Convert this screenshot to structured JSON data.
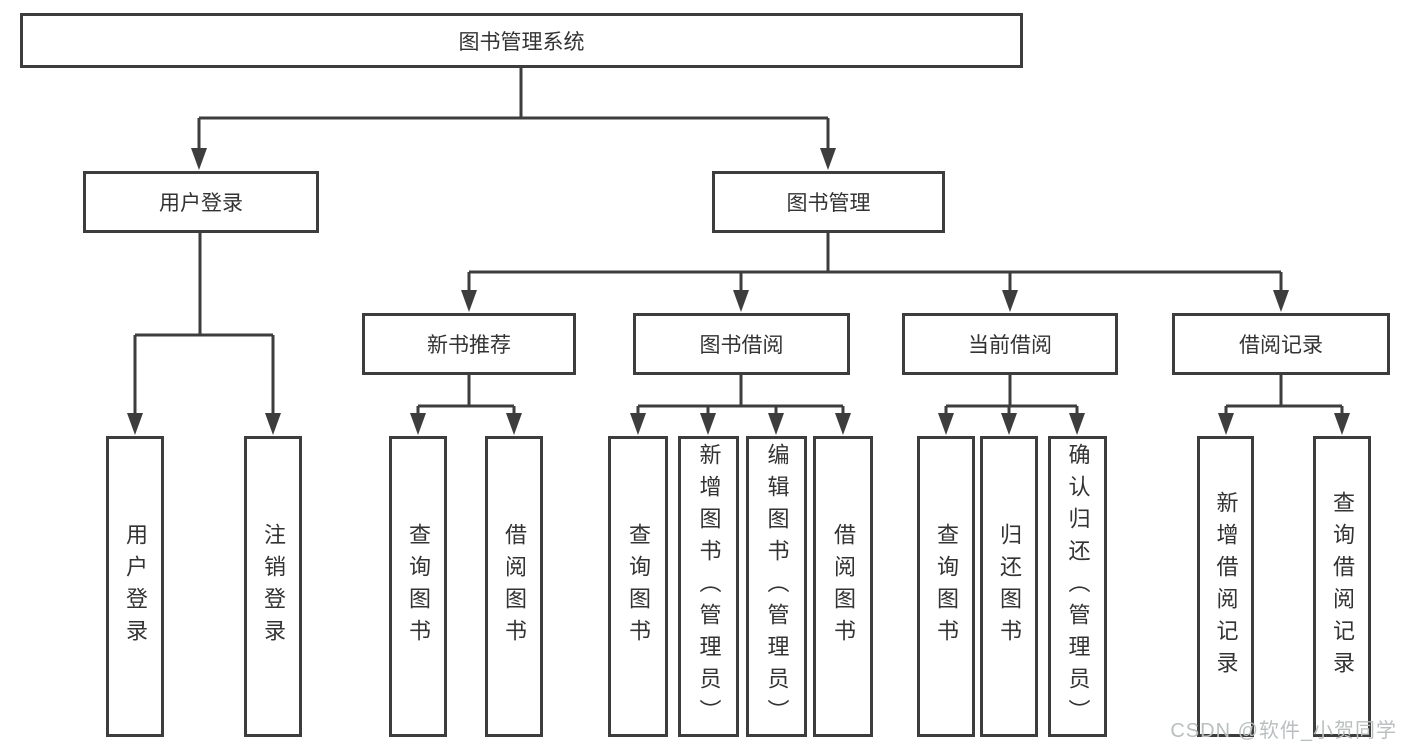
{
  "tree": {
    "root": "图书管理系统",
    "children": [
      {
        "label": "用户登录",
        "children": [
          "用户登录",
          "注销登录"
        ]
      },
      {
        "label": "图书管理",
        "children": [
          {
            "label": "新书推荐",
            "children": [
              "查询图书",
              "借阅图书"
            ]
          },
          {
            "label": "图书借阅",
            "children": [
              "查询图书",
              "新增图书（管理员）",
              "编辑图书（管理员）",
              "借阅图书"
            ]
          },
          {
            "label": "当前借阅",
            "children": [
              "查询图书",
              "归还图书",
              "确认归还（管理员）"
            ]
          },
          {
            "label": "借阅记录",
            "children": [
              "新增借阅记录",
              "查询借阅记录"
            ]
          }
        ]
      }
    ]
  },
  "watermark": {
    "text": "CSDN @软件_小贺同学"
  },
  "colors": {
    "line": "#3d3d3d",
    "text": "#333333",
    "watermark": "#b9bfbf",
    "background": "#ffffff"
  }
}
